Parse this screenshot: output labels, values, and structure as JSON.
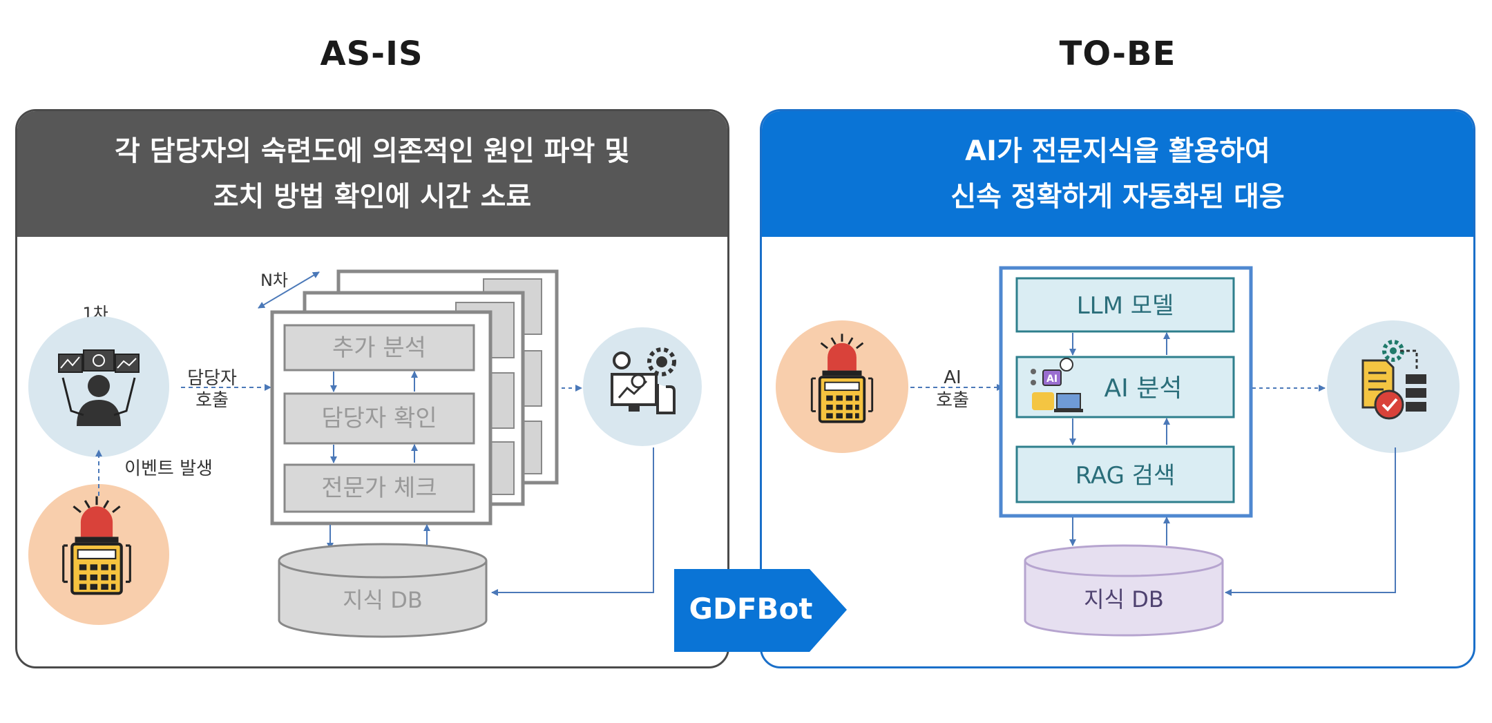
{
  "as_is": {
    "title": "AS-IS",
    "header_line1": "각 담당자의 숙련도에 의존적인 원인 파악 및",
    "header_line2": "조치 방법 확인에 시간 소료",
    "round_label_first": "1차",
    "round_label_n": "N차",
    "call_label_line1": "담당자",
    "call_label_line2": "호출",
    "event_label": "이벤트 발생",
    "box_analysis": "추가 분석",
    "box_owner_check": "담당자 확인",
    "box_expert_check": "전문가 체크",
    "db_label": "지식 DB"
  },
  "to_be": {
    "title": "TO-BE",
    "header_line1": "AI가 전문지식을 활용하여",
    "header_line2": "신속 정확하게 자동화된 대응",
    "call_label_line1": "AI",
    "call_label_line2": "호출",
    "box_llm": "LLM 모델",
    "box_ai": "AI 분석",
    "box_rag": "RAG 검색",
    "db_label": "지식 DB"
  },
  "transition": {
    "label": "GDFBot"
  },
  "colors": {
    "left_header": "#575757",
    "right_header": "#0a74d6",
    "right_border": "#1a6fc9",
    "arrow_blue": "#4a78b8",
    "orange_circle": "#f8ceac",
    "blue_circle": "#d9e7ef",
    "purple_db": "#e6dff0"
  },
  "icons": [
    "operator-monitor-icon",
    "alarm-device-icon",
    "automation-screen-icon",
    "ai-laptop-icon",
    "document-check-icon"
  ]
}
